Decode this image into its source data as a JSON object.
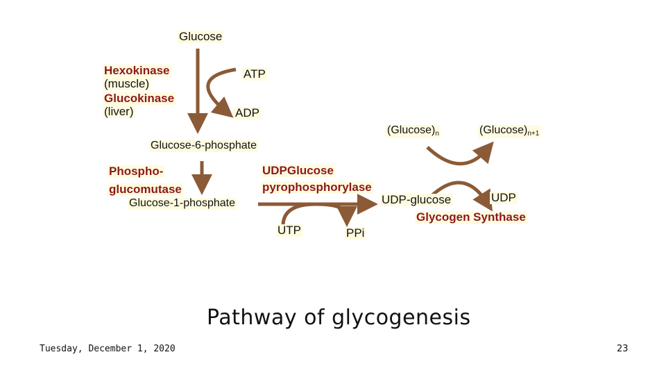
{
  "diagram": {
    "glucose": "Glucose",
    "hexokinase": "Hexokinase",
    "muscle": "(muscle)",
    "glucokinase": "Glucokinase",
    "liver": "(liver)",
    "atp": "ATP",
    "adp": "ADP",
    "glucose_6_phosphate": "Glucose-6-phosphate",
    "phospho": "Phospho-",
    "glucomutase": "glucomutase",
    "glucose_1_phosphate": "Glucose-1-phosphate",
    "udpglucose": "UDPGlucose",
    "pyrophosphorylase": "pyrophosphorylase",
    "utp": "UTP",
    "ppi": "PPi",
    "udp_glucose": "UDP-glucose",
    "glycogen_synthase": "Glycogen Synthase",
    "udp": "UDP",
    "glucose_n_base": "(Glucose)",
    "glucose_n_sub": "n",
    "glucose_n1_base": "(Glucose)",
    "glucose_n1_sub": "n+1"
  },
  "slide": {
    "title": "Pathway of glycogenesis",
    "date": "Tuesday, December 1, 2020",
    "page": "23"
  },
  "colors": {
    "arrow": "#8b5a36",
    "enzyme": "#8b1a1a",
    "highlight": "#fffbe0"
  }
}
